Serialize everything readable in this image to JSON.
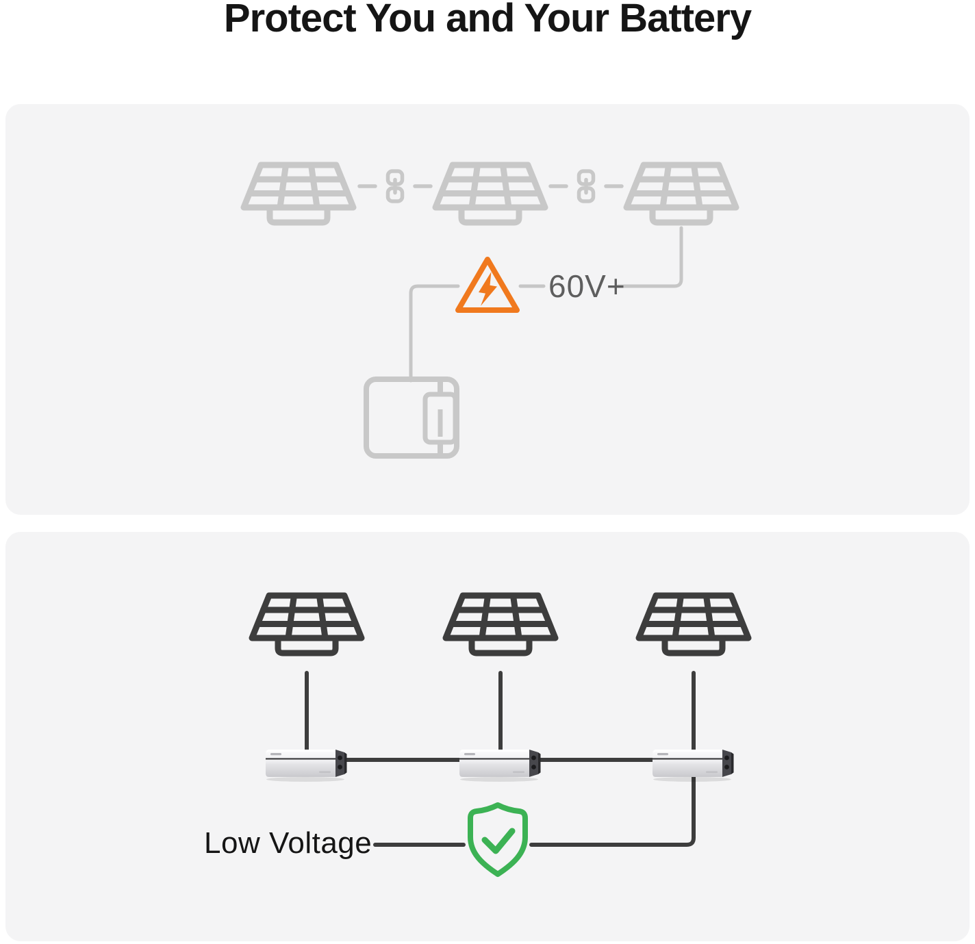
{
  "title": "Protect You and Your Battery",
  "top_diagram": {
    "description": "series-string-high-voltage-hazard",
    "voltage_label": "60V+",
    "solar_panel_count": 3,
    "chain_link_count": 2
  },
  "bottom_diagram": {
    "description": "per-panel-micro-inverter-low-voltage-safe",
    "voltage_label": "Low Voltage",
    "solar_panel_count": 3,
    "micro_inverter_count": 3
  },
  "colors": {
    "page_bg": "#ffffff",
    "card_bg": "#f4f4f5",
    "icon_light": "#c8c8c8",
    "line_light": "#c6c6c6",
    "icon_dark": "#3d3d3d",
    "line_dark": "#3d3d3d",
    "warning_orange": "#F0791E",
    "success_green": "#3CB254",
    "text_dark": "#151515",
    "text_gray": "#5e5e5e"
  }
}
